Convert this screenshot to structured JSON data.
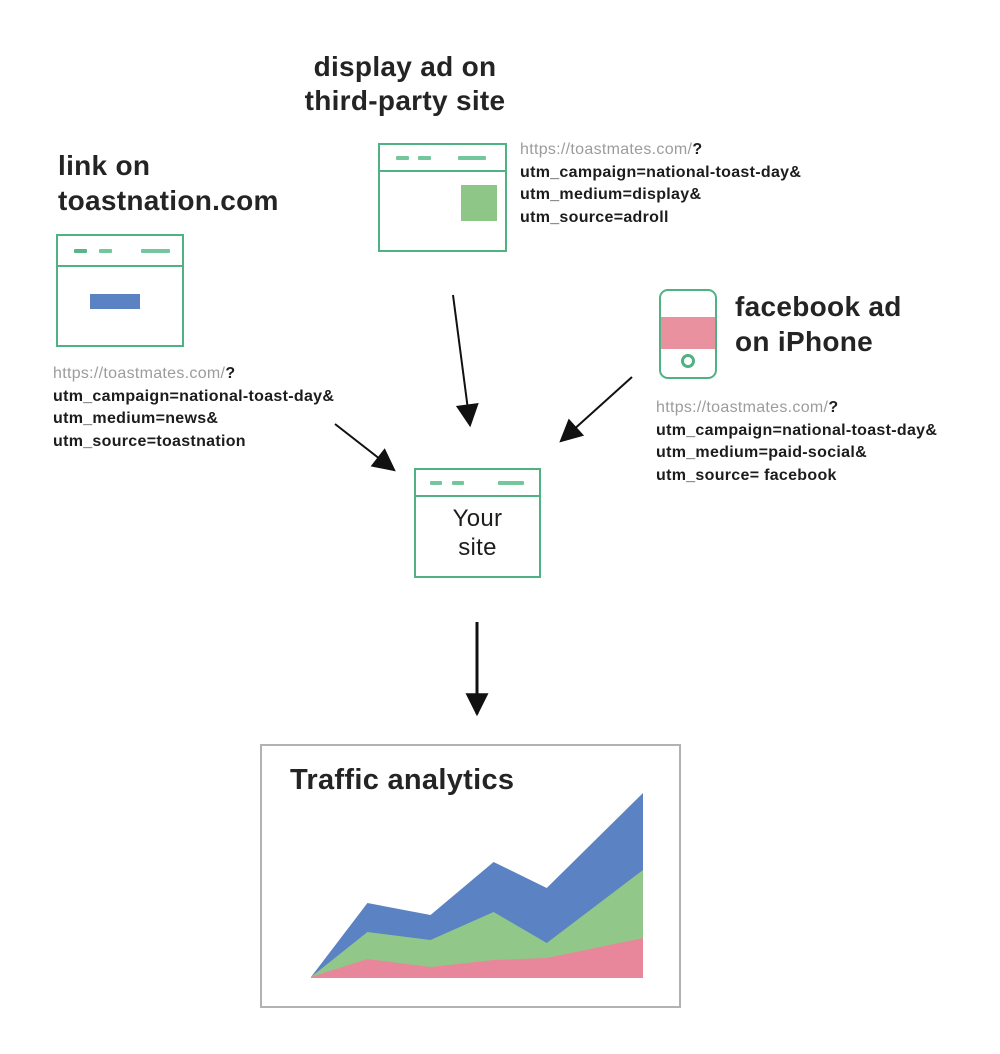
{
  "sources": {
    "display": {
      "title_lines": [
        "display ad on",
        "third-party site"
      ],
      "url_base": "https://toastmates.com/",
      "url_query": "?",
      "utm_lines": [
        "utm_campaign=national-toast-day&",
        "utm_medium=display&",
        "utm_source=adroll"
      ]
    },
    "toastnation": {
      "title_lines": [
        "link on",
        "toastnation.com"
      ],
      "url_base": "https://toastmates.com/",
      "url_query": "?",
      "utm_lines": [
        "utm_campaign=national-toast-day&",
        "utm_medium=news&",
        "utm_source=toastnation"
      ]
    },
    "facebook": {
      "title_lines": [
        "facebook ad",
        "on iPhone"
      ],
      "url_base": "https://toastmates.com/",
      "url_query": "?",
      "utm_lines": [
        "utm_campaign=national-toast-day&",
        "utm_medium=paid-social&",
        "utm_source= facebook"
      ]
    }
  },
  "your_site": {
    "lines": [
      "Your",
      "site"
    ]
  },
  "analytics": {
    "title": "Traffic analytics"
  },
  "icons": {
    "browser": "browser-window-icon",
    "phone": "smartphone-icon",
    "arrow": "arrow-icon"
  },
  "colors": {
    "green_border": "#50b183",
    "green_dash": "#74c69d",
    "green_fill": "#8ec687",
    "blue_fill": "#5b82c3",
    "pink_fill": "#e9919f",
    "gray_url": "#9c9c9c",
    "box_border": "#b2b2b2",
    "arrow": "#111111"
  },
  "chart_data": {
    "type": "area",
    "stacked": true,
    "title": "Traffic analytics",
    "xlabel": "",
    "ylabel": "",
    "axes_visible": false,
    "legend": false,
    "x": [
      0,
      17,
      36,
      55,
      71,
      100
    ],
    "series": [
      {
        "name": "pink",
        "color": "#e8879b",
        "values": [
          1,
          19,
          11,
          18,
          20,
          40
        ]
      },
      {
        "name": "green",
        "color": "#92c78a",
        "values": [
          0,
          27,
          27,
          48,
          15,
          68
        ]
      },
      {
        "name": "blue",
        "color": "#5b82c3",
        "values": [
          0,
          29,
          25,
          50,
          55,
          77
        ]
      }
    ],
    "ylim": [
      0,
      185
    ]
  }
}
